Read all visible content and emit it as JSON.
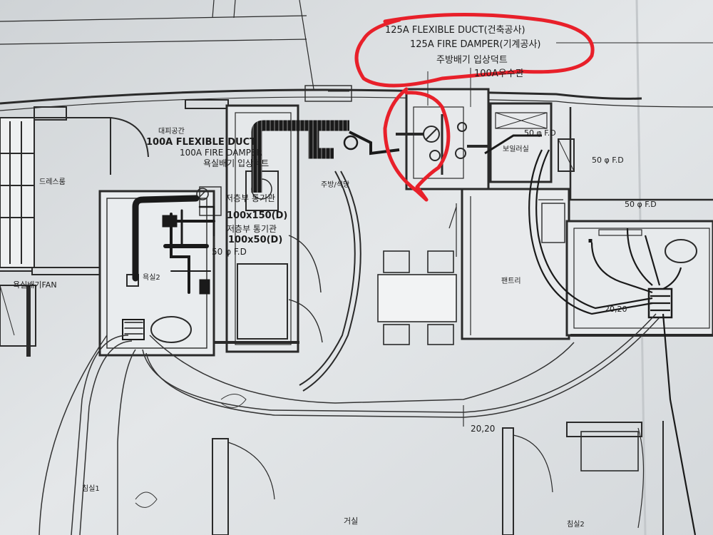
{
  "annotation_labels": {
    "flex_125": "125A FLEXIBLE DUCT(건축공사)",
    "damper_125": "125A FIRE DAMPER(기계공사)",
    "kitchen_riser": "주방배기 입상덕트",
    "drain_100": "100A우수관"
  },
  "duct_labels": {
    "flex_100": "100A FLEXIBLE DUCT",
    "damper_100": "100A FIRE DAMPER",
    "bath_riser": "욕실배기 입상덕트",
    "duct_100x150": "100x150(D)",
    "bath_vent": "저층부 통기관",
    "duct_100x50": "100x50(D)",
    "fd_50_left": "50 φ F.D",
    "fd_50_a": "50 φ F.D",
    "fd_50_b": "50 φ F.D",
    "fd_50_c": "50 φ F.D",
    "exhaust_fan": "욕실배기FAN",
    "size_2020_right": "20,20",
    "size_2020_bottom": "20,20",
    "shaft_text": "저층부 통기관"
  },
  "room_labels": {
    "evac": "대피공간",
    "dress": "드레스룸",
    "kitchen": "주방/식당",
    "bath2": "욕실2",
    "pantry": "팬트리",
    "boiler": "보일러실",
    "bedroom1": "침실1",
    "living": "거실",
    "bedroom2": "침실2"
  },
  "colors": {
    "paper": "#e2e5e7",
    "line": "#2a2a2a",
    "duct": "#1a1a1a",
    "markup": "#e8202a"
  }
}
